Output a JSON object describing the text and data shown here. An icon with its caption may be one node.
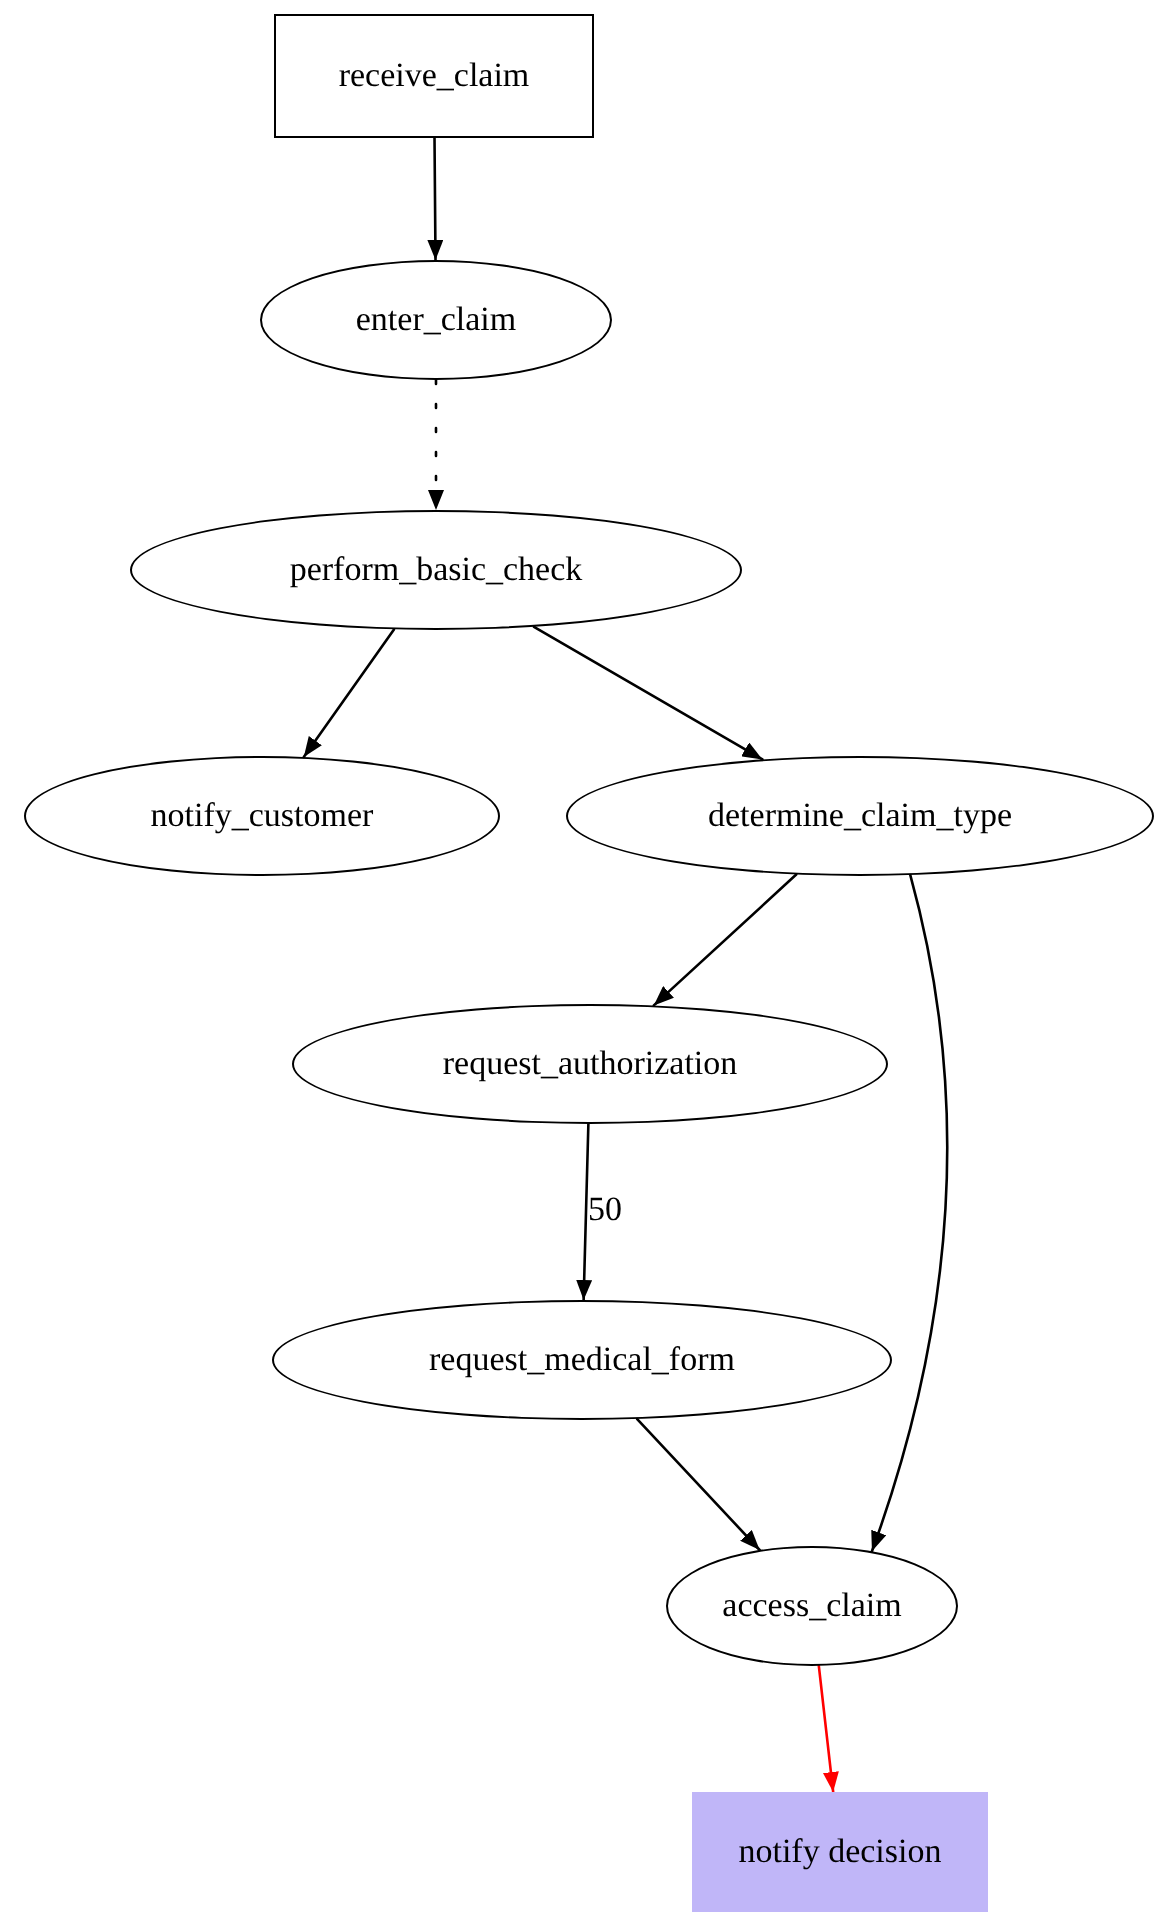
{
  "diagram": {
    "nodes": [
      {
        "text": [
          "receive_claim"
        ]
      },
      {
        "text": [
          "enter_claim"
        ]
      },
      {
        "text": [
          "perform_basic_check"
        ]
      },
      {
        "text": [
          "notify_customer"
        ]
      },
      {
        "text": [
          "determine_claim_type"
        ]
      },
      {
        "text": [
          "request_authorization"
        ]
      },
      {
        "text": [
          "request_medical_form"
        ]
      },
      {
        "text": [
          "access_claim"
        ]
      },
      {
        "text": [
          "notify decision"
        ]
      }
    ],
    "edges": [
      {
        "from": 0,
        "to": 1,
        "arrow": "to"
      },
      {
        "from": 1,
        "to": 2,
        "arrow": "to",
        "style": "dashed"
      },
      {
        "from": 2,
        "to": 3,
        "arrow": "to"
      },
      {
        "from": 2,
        "to": 4,
        "arrow": "to"
      },
      {
        "from": 4,
        "to": 5,
        "arrow": "to"
      },
      {
        "from": 4,
        "to": 7,
        "arrow": "to"
      },
      {
        "from": 5,
        "to": 6,
        "arrow": "to",
        "label": "50"
      },
      {
        "from": 6,
        "to": 7,
        "arrow": "to"
      },
      {
        "from": 7,
        "to": 8,
        "arrow": "to",
        "color": "#ff0000"
      }
    ]
  }
}
